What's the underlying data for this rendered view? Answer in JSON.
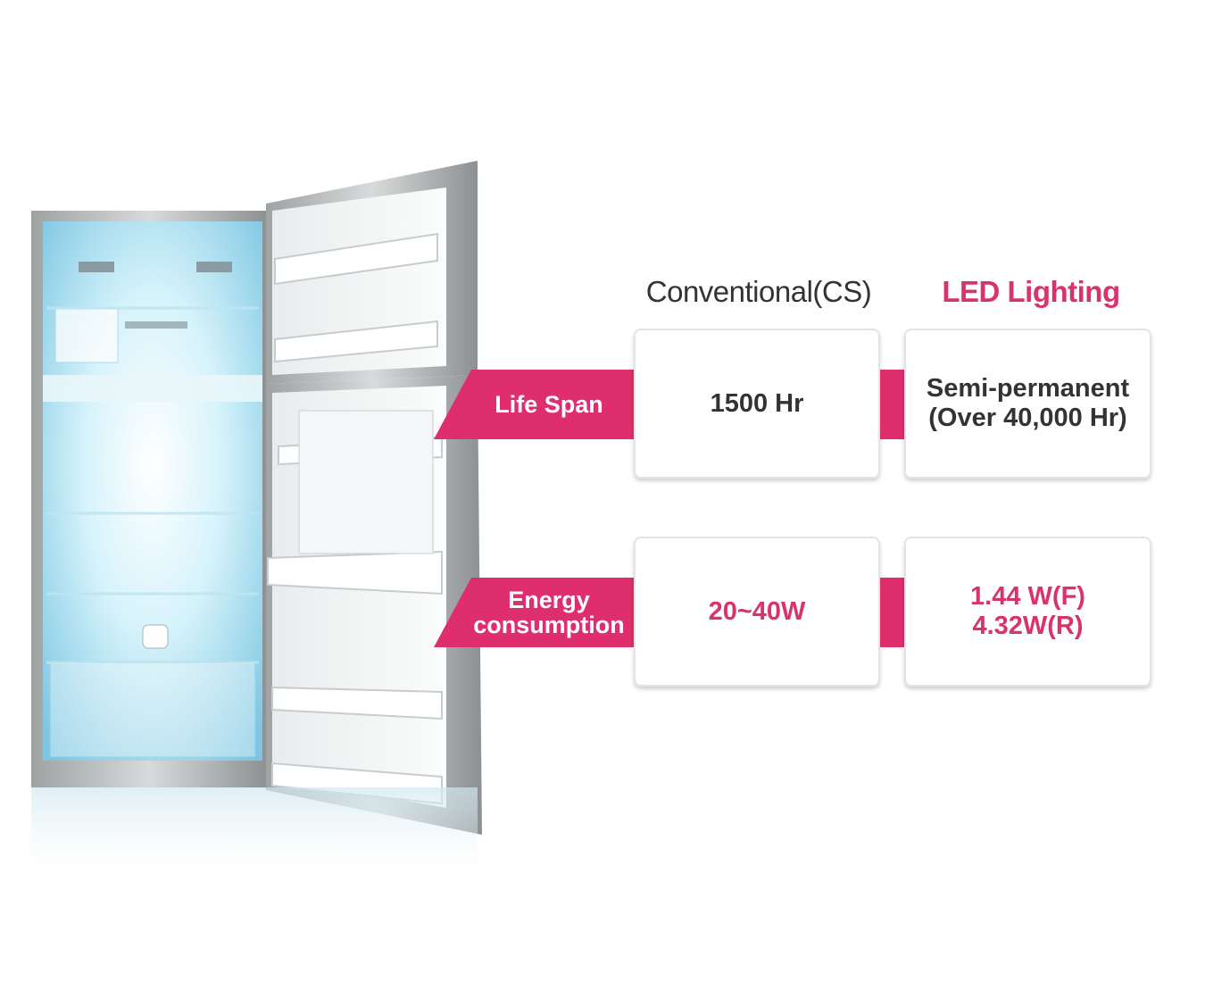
{
  "colors": {
    "accent": "#de2e6e",
    "led_header": "#d9336b",
    "text_dark": "#333333",
    "card_border": "#e4e4e4"
  },
  "table": {
    "headers": {
      "conventional": "Conventional(CS)",
      "led": "LED Lighting"
    },
    "rows": [
      {
        "label": "Life Span",
        "conventional": "1500 Hr",
        "led": "Semi-permanent\n(Over 40,000 Hr)"
      },
      {
        "label": "Energy\nconsumption",
        "conventional": "20~40W",
        "led": "1.44 W(F)\n4.32W(R)"
      }
    ]
  }
}
